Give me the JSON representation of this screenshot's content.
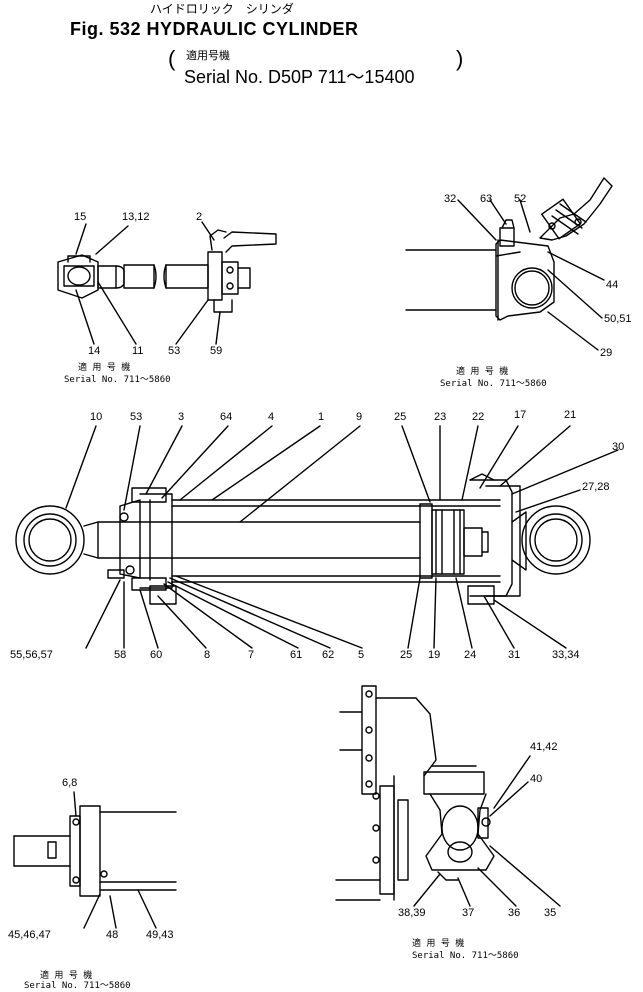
{
  "header": {
    "jp_title": "ハイドロリック　シリンダ",
    "figure_title": "Fig. 532  HYDRAULIC CYLINDER",
    "jp_applicable": "適用号機",
    "serial": "Serial No. D50P 711～15400"
  },
  "notes": {
    "jp_applicable_small": "適 用 号 機",
    "serial_range": "Serial No.  711～5860"
  },
  "callouts": {
    "tl": [
      "15",
      "13,12",
      "2",
      "14",
      "11",
      "53",
      "59"
    ],
    "tr": [
      "32",
      "63",
      "52",
      "44",
      "50,51",
      "29"
    ],
    "main_top": [
      "10",
      "53",
      "3",
      "64",
      "4",
      "1",
      "9",
      "25",
      "23",
      "22",
      "17",
      "21",
      "30",
      "27,28"
    ],
    "main_bottom": [
      "55,56,57",
      "58",
      "60",
      "8",
      "7",
      "61",
      "62",
      "5",
      "25",
      "19",
      "24",
      "31",
      "33,34"
    ],
    "bl": [
      "6,8",
      "45,46,47",
      "48",
      "49,43"
    ],
    "br": [
      "41,42",
      "40",
      "38,39",
      "37",
      "36",
      "35"
    ]
  }
}
